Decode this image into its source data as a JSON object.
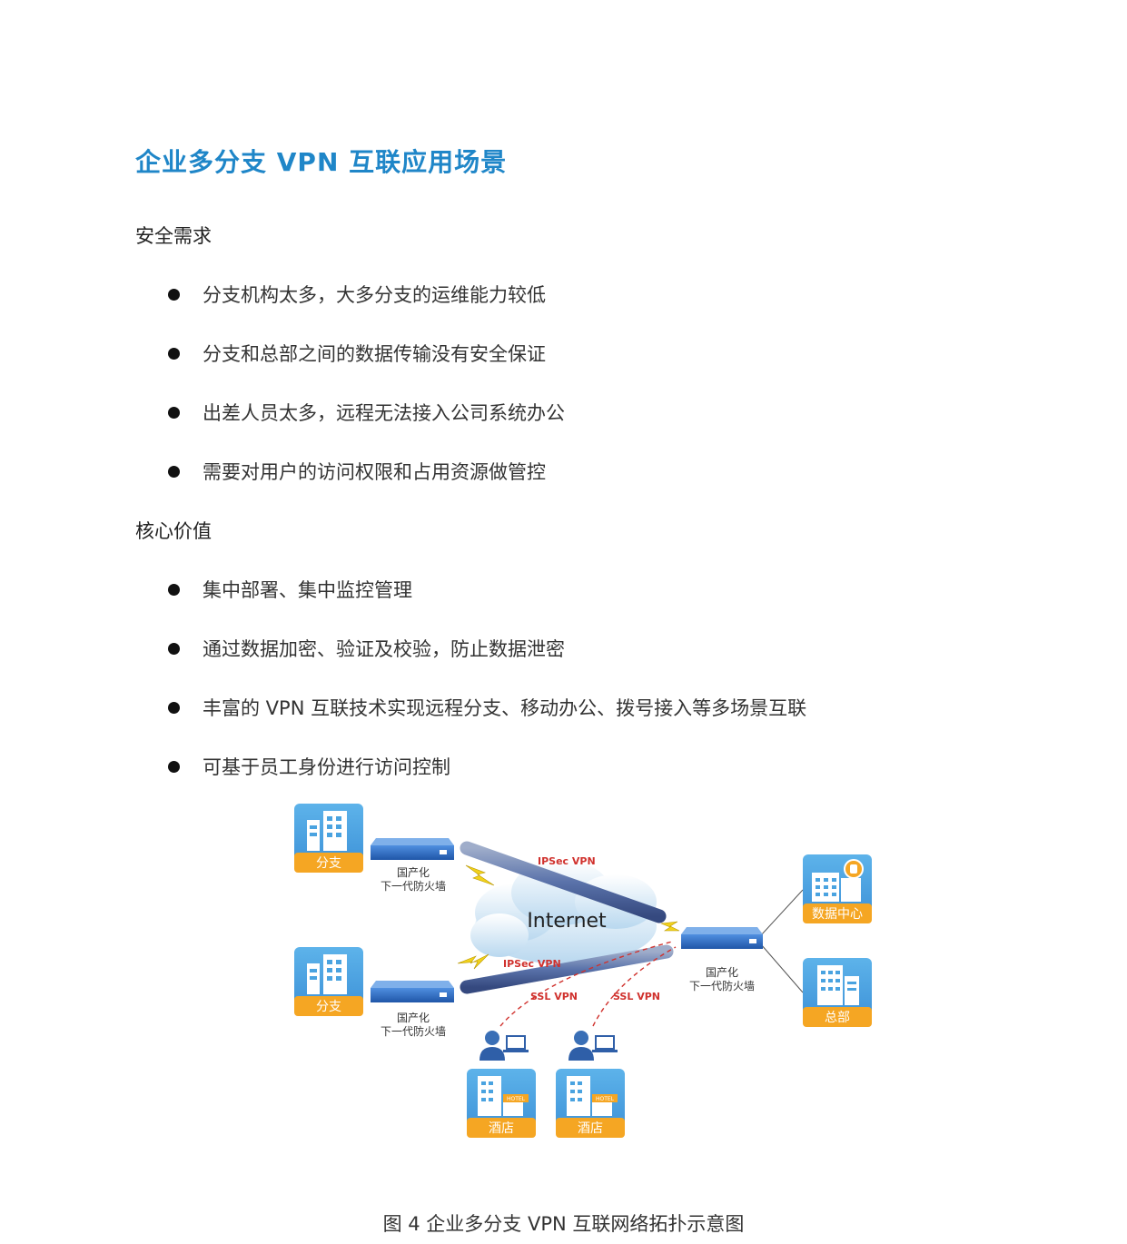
{
  "title": "企业多分支 VPN 互联应用场景",
  "security": {
    "heading": "安全需求",
    "items": [
      "分支机构太多，大多分支的运维能力较低",
      "分支和总部之间的数据传输没有安全保证",
      "出差人员太多，远程无法接入公司系统办公",
      "需要对用户的访问权限和占用资源做管控"
    ]
  },
  "value": {
    "heading": "核心价值",
    "items": [
      "集中部署、集中监控管理",
      "通过数据加密、验证及校验，防止数据泄密",
      "丰富的 VPN 互联技术实现远程分支、移动办公、拨号接入等多场景互联",
      "可基于员工身份进行访问控制"
    ]
  },
  "diagram": {
    "branch_label": "分支",
    "firewall_label_line1": "国产化",
    "firewall_label_line2": "下一代防火墙",
    "cloud_label": "Internet",
    "ipsec_label": "IPSec VPN",
    "ssl_label": "SSL VPN",
    "datacenter_label": "数据中心",
    "hq_label": "总部",
    "hotel_label": "酒店",
    "hotel_sign": "HOTEL"
  },
  "caption": "图 4  企业多分支 VPN 互联网络拓扑示意图",
  "colors": {
    "title": "#1f86c8",
    "tile_blue": "#4aa3e0",
    "tile_orange": "#f5a623",
    "vpn_red": "#d0312d",
    "device_blue": "#2f6fc9"
  }
}
